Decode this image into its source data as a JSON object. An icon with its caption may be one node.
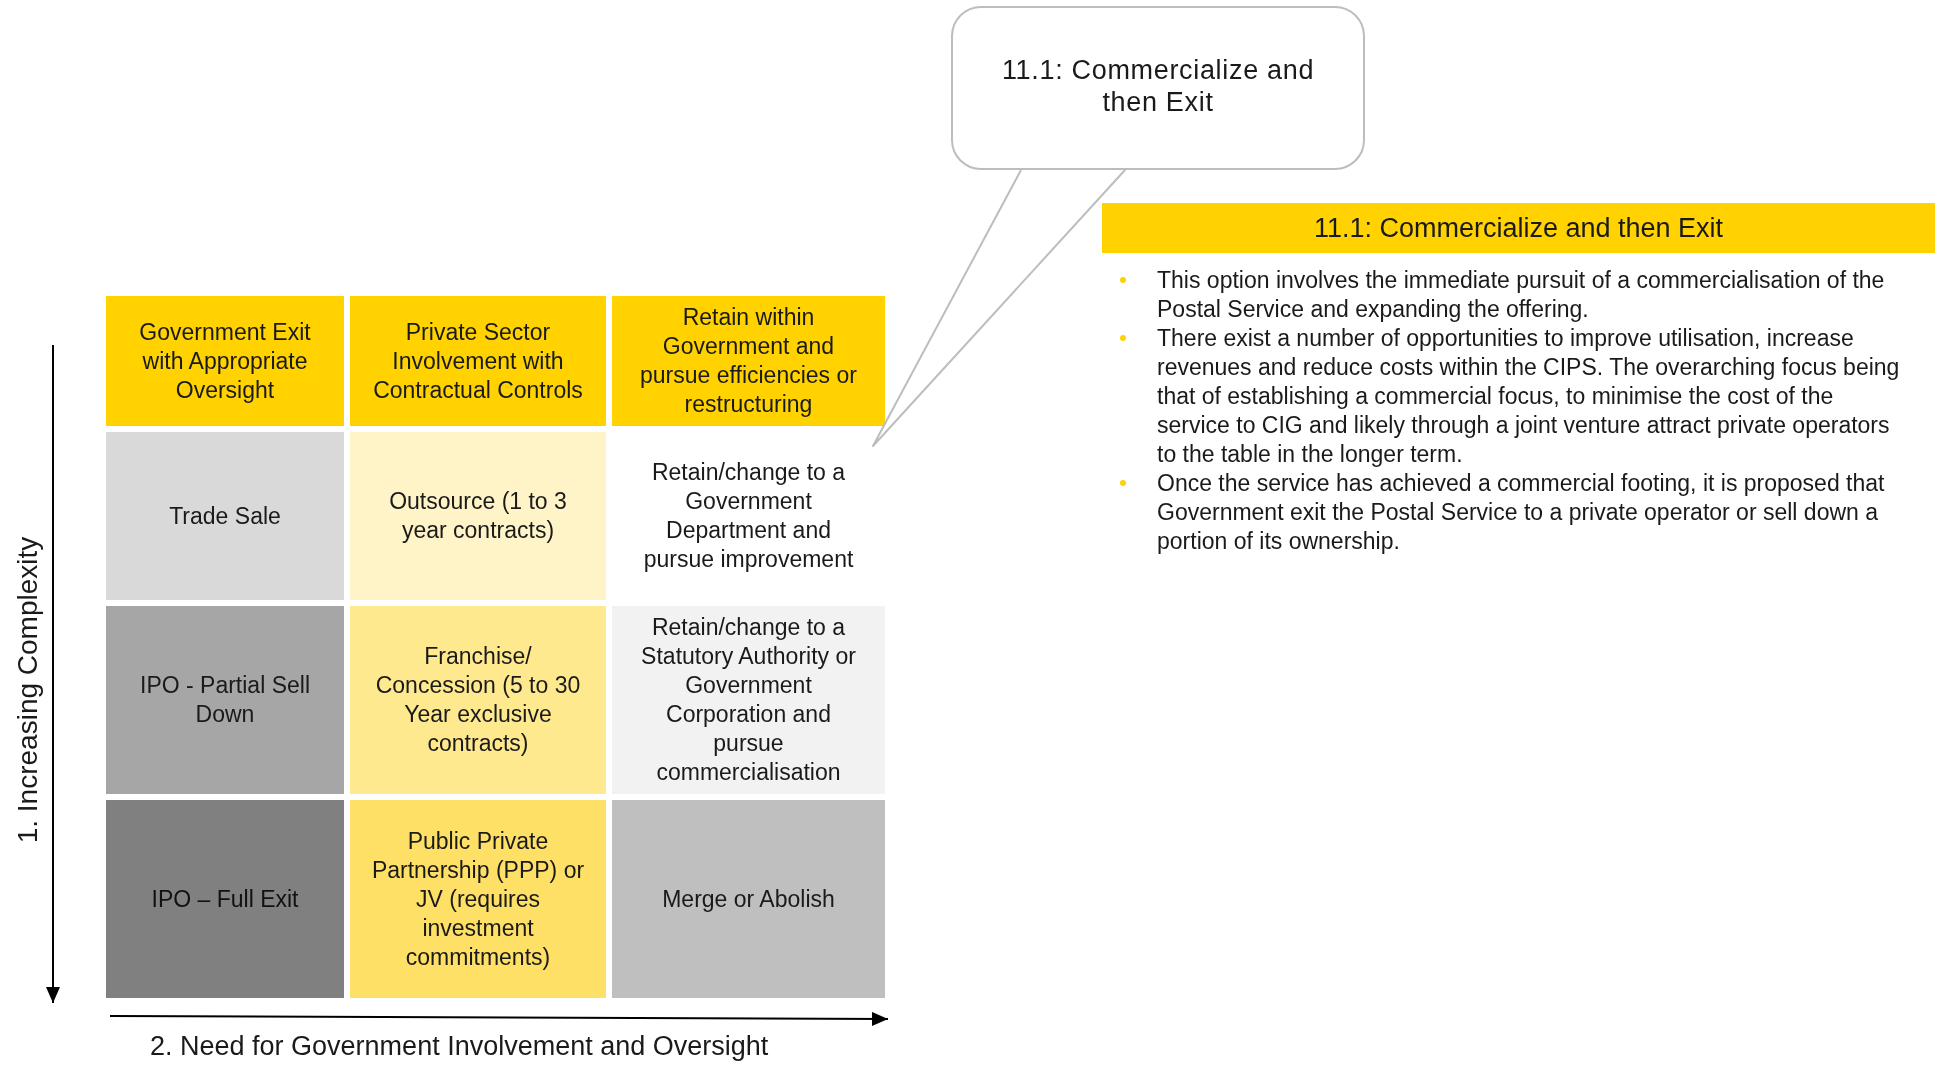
{
  "diagram": {
    "nodes": [
      {
        "text": [
          "11.1: Commercialize and then Exit"
        ]
      },
      {
        "text": [
          "Government Exit with Appropriate Oversight"
        ]
      },
      {
        "text": [
          "Private Sector Involvement with Contractual Controls"
        ]
      },
      {
        "text": [
          "Retain within Government and pursue efficiencies or restructuring"
        ]
      },
      {
        "text": [
          "Trade Sale"
        ]
      },
      {
        "text": [
          "Outsource (1 to 3 year contracts)"
        ]
      },
      {
        "text": [
          "Retain/change to a Government Department and pursue improvement"
        ]
      },
      {
        "text": [
          "IPO - Partial Sell Down"
        ]
      },
      {
        "text": [
          "Franchise/ Concession (5 to 30 Year exclusive contracts)"
        ]
      },
      {
        "text": [
          "Retain/change to a Statutory Authority or Government Corporation and pursue commercialisation"
        ]
      },
      {
        "text": [
          "IPO – Full Exit"
        ]
      },
      {
        "text": [
          "Public Private Partnership (PPP) or JV (requires investment commitments)"
        ]
      },
      {
        "text": [
          "Merge or Abolish"
        ]
      },
      {
        "text": [
          "11.1: Commercialize and then Exit"
        ]
      }
    ],
    "edges": [
      {
        "from": 0,
        "to": 6,
        "arrow": "none"
      }
    ],
    "labels": [
      "1. Increasing Complexity",
      "2. Need for Government Involvement and Oversight",
      "This option involves the immediate pursuit of a commercialisation of the Postal Service and expanding the offering.",
      "There exist a number of opportunities to improve utilisation, increase revenues and reduce costs within the CIPS. The overarching focus being that of establishing a commercial focus, to minimise the cost of the service to CIG and likely through a joint venture attract private operators to the table in the longer term.",
      "Once the service has achieved a commercial footing, it is proposed that Government exit the Postal Service to a private operator or sell down a portion of its ownership."
    ]
  }
}
